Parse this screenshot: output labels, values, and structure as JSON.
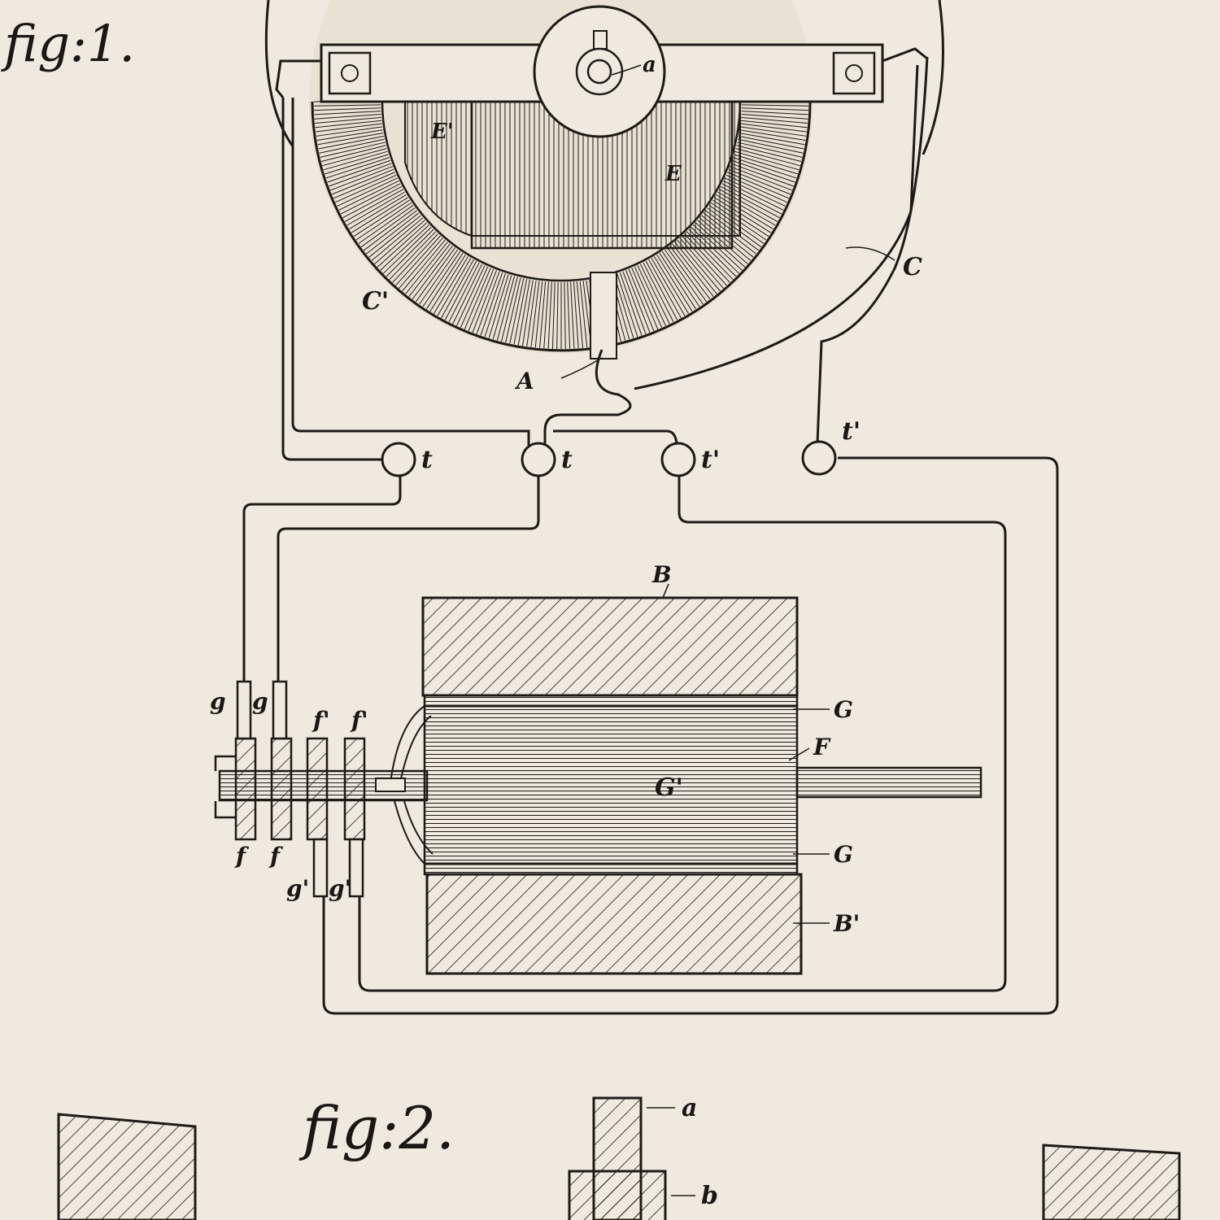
{
  "figures": {
    "fig1": "fig:1.",
    "fig2": "fig:2."
  },
  "labels": {
    "a": "a",
    "E_prime": "E'",
    "E": "E",
    "C": "C",
    "C_prime": "C'",
    "A": "A",
    "t_left": "t",
    "t_mid": "t",
    "t_prime_mid": "t'",
    "t_prime_right": "t'",
    "B": "B",
    "B_prime": "B'",
    "G_top": "G",
    "G_bottom": "G",
    "F_rotor": "F",
    "G_prime": "G'",
    "g1": "g",
    "g2": "g",
    "f_prime1": "f'",
    "f_prime2": "f'",
    "f1": "f",
    "f2": "f",
    "g_prime1": "g'",
    "g_prime2": "g'",
    "fig2_a": "a",
    "fig2_b": "b"
  },
  "colors": {
    "paper": "#efe9df",
    "ink": "#1e1a16"
  }
}
